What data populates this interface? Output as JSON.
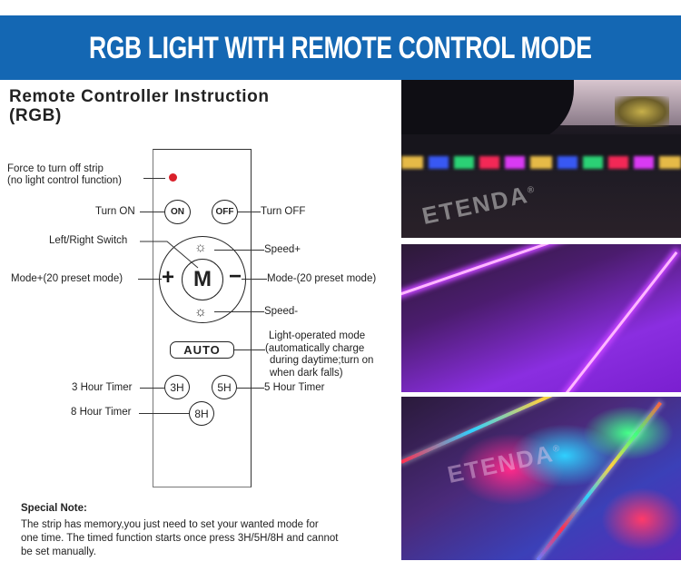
{
  "banner": {
    "title": "RGB LIGHT WITH REMOTE CONTROL MODE",
    "color": "#1467b3"
  },
  "heading": {
    "line1": "Remote Controller Instruction",
    "line2": "(RGB)"
  },
  "remote": {
    "buttons": {
      "on": "ON",
      "off": "OFF",
      "mode_center": "M",
      "plus": "+",
      "minus": "−",
      "speed_up_icon": "☼",
      "speed_down_icon": "☼",
      "auto": "AUTO",
      "timer_3h": "3H",
      "timer_5h": "5H",
      "timer_8h": "8H"
    },
    "indicator_color": "#d9202a"
  },
  "labels": {
    "force_off_line1": "Force to turn off strip",
    "force_off_line2": "(no light control function)",
    "turn_on": "Turn ON",
    "turn_off": "Turn OFF",
    "left_right_switch": "Left/Right Switch",
    "speed_plus": "Speed+",
    "mode_plus": "Mode+(20 preset mode)",
    "mode_minus": "Mode-(20 preset mode)",
    "speed_minus": "Speed-",
    "auto_line1": "Light-operated mode",
    "auto_line2": "(automatically charge",
    "auto_line3": "during daytime;turn on",
    "auto_line4": "when dark falls)",
    "timer_3h": "3 Hour Timer",
    "timer_5h": "5 Hour Timer",
    "timer_8h": "8 Hour Timer"
  },
  "note": {
    "title": "Special Note:",
    "body": "The strip has memory,you just need to set your wanted mode for one time. The timed function starts once press 3H/5H/8H and cannot be set manually."
  },
  "photos": [
    {
      "alt": "RGB strip glowing along pavement at night",
      "watermark": "ETENDA"
    },
    {
      "alt": "Purple LED strips along walkway",
      "watermark": ""
    },
    {
      "alt": "Multicolor LED strips on stone path",
      "watermark": "ETENDA"
    }
  ],
  "watermark_mark": "®"
}
